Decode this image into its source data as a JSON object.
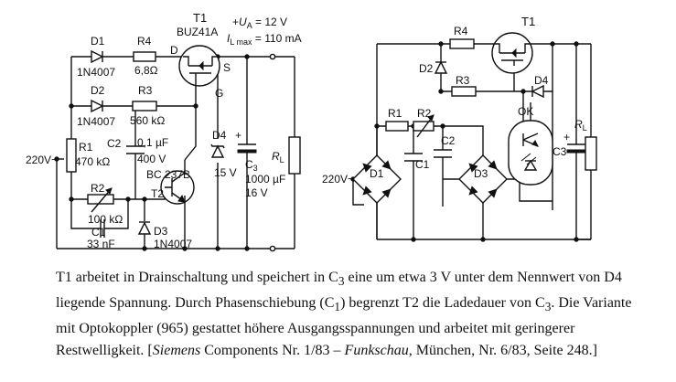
{
  "left_circuit": {
    "t1": "T1",
    "t1_type": "BUZ41A",
    "pin_d": "D",
    "pin_s": "S",
    "pin_g": "G",
    "ua_prefix": "+",
    "ua_main": "U",
    "ua_sub": "A",
    "ua_value": " = 12 V",
    "il_main": "I",
    "il_sub": "L max",
    "il_value": " = 110 mA",
    "d1": "D1",
    "d1_type": "1N4007",
    "r4": "R4",
    "r4_value": "6,8Ω",
    "d2": "D2",
    "d2_type": "1N4007",
    "r3": "R3",
    "r3_value": "560 kΩ",
    "mains": "220V~",
    "r1": "R1",
    "r1_value": "470 kΩ",
    "c2": "C2",
    "c2_value1": "0,1 µF",
    "c2_value2": "400 V",
    "t2_type": "BC 237B",
    "t2": "T2",
    "d4": "D4",
    "d4_value": "15 V",
    "c3_plus": "+",
    "c3_main": "C",
    "c3_sub": "3",
    "c3_value1": "1000 µF",
    "c3_value2": "16 V",
    "rl_main": "R",
    "rl_sub": "L",
    "r2": "R2",
    "r2_value": "100 kΩ",
    "c1": "C1",
    "c1_value": "33 nF",
    "d3": "D3",
    "d3_type": "1N4007"
  },
  "right_circuit": {
    "r4": "R4",
    "t1": "T1",
    "d2": "D2",
    "r3": "R3",
    "d4": "D4",
    "ok": "OK",
    "r1": "R1",
    "r2": "R2",
    "c2": "C2",
    "c1": "C1",
    "d1": "D1",
    "d3": "D3",
    "mains": "220V~",
    "c3_plus": "+",
    "c3": "C3",
    "rl_main": "R",
    "rl_sub": "L"
  },
  "caption": {
    "p1": "T1 arbeitet in Drainschaltung und speichert in C",
    "s1": "3",
    "p2": " eine um etwa 3 V unter dem Nennwert von D4 liegende Spannung. Durch Phasenschiebung (C",
    "s2": "1",
    "p3": ") begrenzt T2 die Ladedauer von C",
    "s3": "3",
    "p4": ". Die Variante mit Optokoppler (965) gestattet höhere Ausgangsspannungen und arbeitet mit geringerer Restwelligkeit. [",
    "i1": "Siemens",
    "p5": " Components Nr. 1/83 – ",
    "i2": "Funkschau",
    "p6": ", München, Nr. 6/83, Seite 248.]"
  }
}
